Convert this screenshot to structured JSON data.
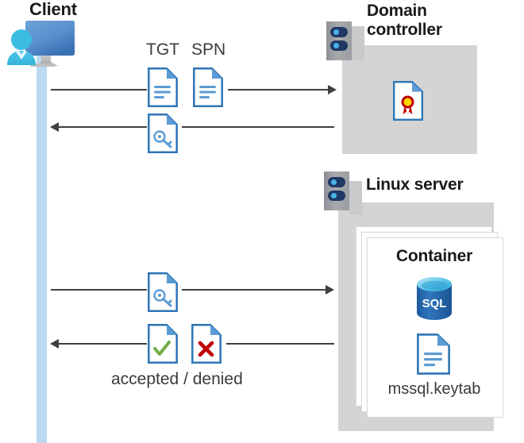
{
  "diagram": {
    "title": "Kerberos authentication flow between client, domain controller and Linux server container",
    "colors": {
      "panel_gray": "#d4d4d4",
      "lifeline_blue": "#bcd9f2",
      "doc_border_blue": "#2e75b6",
      "doc_fold_blue": "#4a90d9",
      "arrow_gray": "#404040",
      "rack_navy": "#1f3864",
      "rack_dot_blue": "#4ab4e8",
      "sql_blue": "#2e6fb5",
      "check_green": "#70ad47",
      "cross_red": "#c00000",
      "seal_yellow": "#ffd700",
      "seal_red": "#c00000",
      "person_cyan": "#3bbde3",
      "monitor_blue": "#4f86c6"
    }
  },
  "client": {
    "label": "Client",
    "icon_name": "client-user-monitor-icon"
  },
  "domain_controller": {
    "label_line1": "Domain",
    "label_line2": "controller",
    "server_icon_name": "server-rack-icon",
    "content_icon_name": "certificate-document-icon"
  },
  "linux_server": {
    "label": "Linux server",
    "server_icon_name": "server-rack-icon",
    "container": {
      "label": "Container",
      "database_icon_name": "sql-database-icon",
      "database_label": "SQL",
      "keytab_icon_name": "document-lines-icon",
      "keytab_label": "mssql.keytab"
    }
  },
  "messages": [
    {
      "id": "request-tgt-spn",
      "direction": "right",
      "icons": [
        {
          "name": "document-lines-icon",
          "label": "TGT"
        },
        {
          "name": "document-lines-icon",
          "label": "SPN"
        }
      ],
      "caption": ""
    },
    {
      "id": "service-ticket-response",
      "direction": "left",
      "icons": [
        {
          "name": "document-key-ticket-icon",
          "label": ""
        }
      ],
      "caption": ""
    },
    {
      "id": "present-ticket-to-server",
      "direction": "right",
      "icons": [
        {
          "name": "document-key-ticket-icon",
          "label": ""
        }
      ],
      "caption": ""
    },
    {
      "id": "auth-result",
      "direction": "left",
      "icons": [
        {
          "name": "document-check-icon",
          "label": ""
        },
        {
          "name": "document-cross-icon",
          "label": ""
        }
      ],
      "caption": "accepted / denied"
    }
  ],
  "labels": {
    "tgt": "TGT",
    "spn": "SPN",
    "accepted_denied": "accepted / denied"
  }
}
